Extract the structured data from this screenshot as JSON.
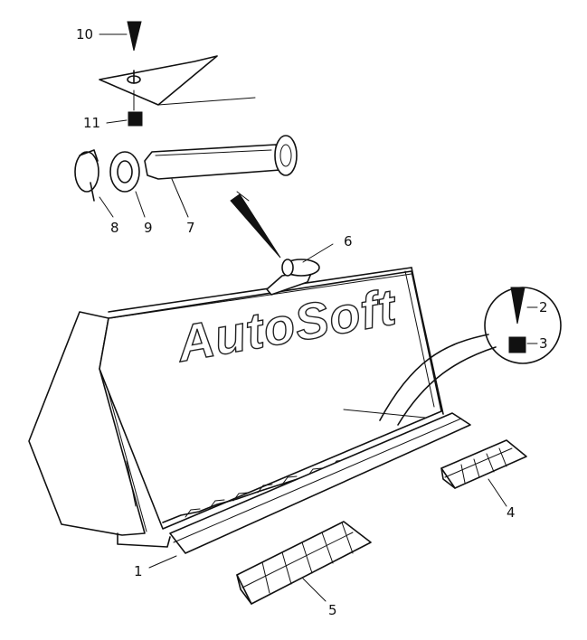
{
  "watermark": "AutoSoft",
  "callouts": {
    "c1": "1",
    "c2": "2",
    "c3": "3",
    "c4": "4",
    "c5": "5",
    "c6": "6",
    "c7": "7",
    "c8": "8",
    "c9": "9",
    "c10": "10",
    "c11": "11"
  },
  "icons": {
    "torque_marker": "triangle-pointer-icon",
    "locking_compound": "solid-square-icon"
  },
  "colors": {
    "ink": "#111111",
    "paper": "#ffffff"
  }
}
